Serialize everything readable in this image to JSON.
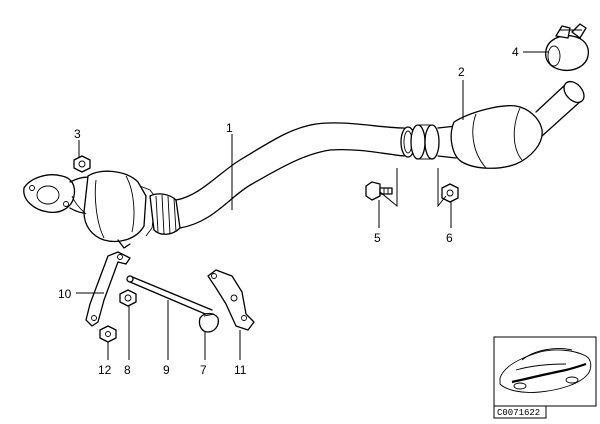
{
  "callouts": [
    {
      "id": "c1",
      "text": "1"
    },
    {
      "id": "c2",
      "text": "2"
    },
    {
      "id": "c3",
      "text": "3"
    },
    {
      "id": "c4",
      "text": "4"
    },
    {
      "id": "c5",
      "text": "5"
    },
    {
      "id": "c6",
      "text": "6"
    },
    {
      "id": "c7",
      "text": "7"
    },
    {
      "id": "c8",
      "text": "8"
    },
    {
      "id": "c9",
      "text": "9"
    },
    {
      "id": "c10",
      "text": "10"
    },
    {
      "id": "c11",
      "text": "11"
    },
    {
      "id": "c12",
      "text": "12"
    }
  ],
  "reference_code": "C0071622"
}
